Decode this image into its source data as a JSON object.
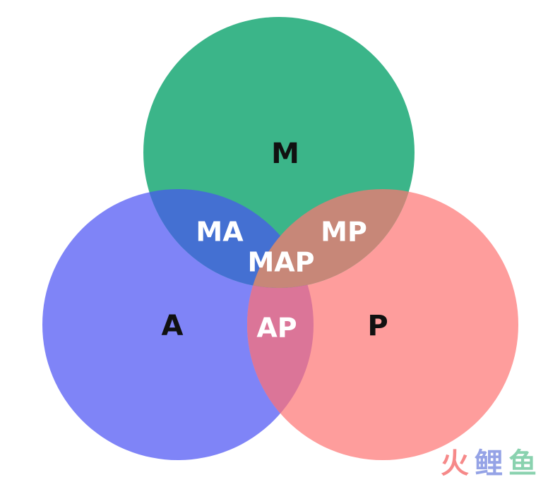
{
  "sets": [
    {
      "key": "M",
      "label": "M",
      "color": "#3BB589"
    },
    {
      "key": "A",
      "label": "A",
      "color": "#7F84F7"
    },
    {
      "key": "P",
      "label": "P",
      "color": "#FE9D9C"
    }
  ],
  "intersections": [
    {
      "key": "MA",
      "label": "MA",
      "color": "#4470D2"
    },
    {
      "key": "MP",
      "label": "MP",
      "color": "#C78778"
    },
    {
      "key": "AP",
      "label": "AP",
      "color": "#DB7598"
    },
    {
      "key": "MAP",
      "label": "MAP"
    }
  ],
  "watermark": {
    "part1": "火",
    "part2": "鲤",
    "part3": "鱼",
    "colors": [
      "#F46C6C",
      "#7B8DE0",
      "#6DC79C"
    ]
  }
}
